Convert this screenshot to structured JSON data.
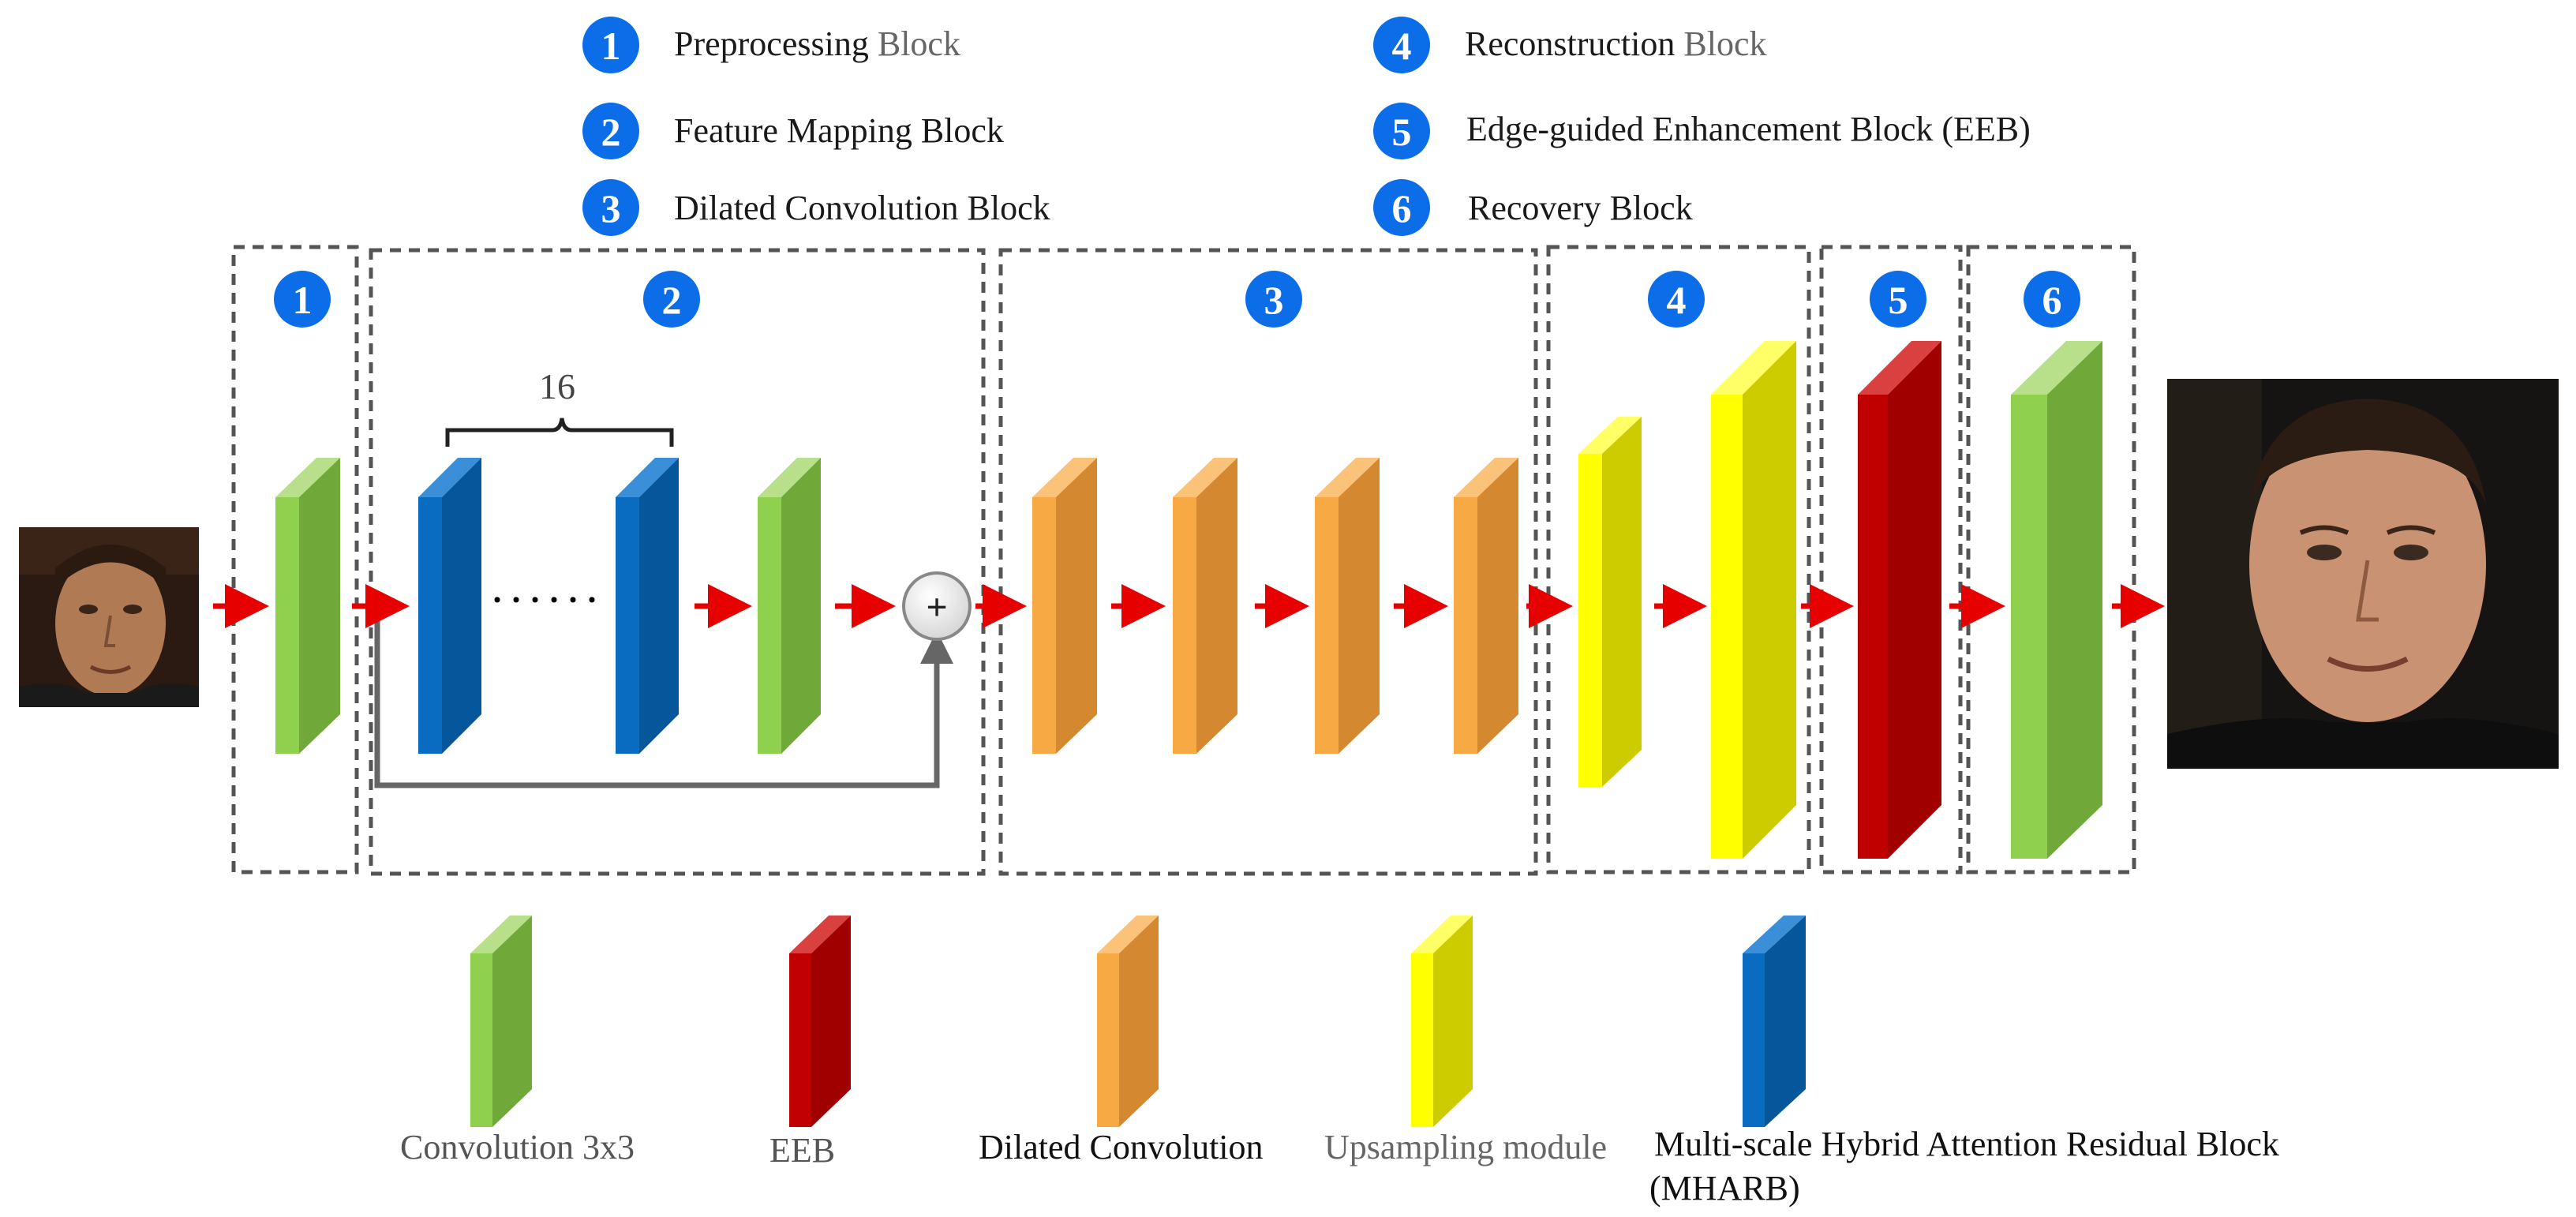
{
  "legend_top": [
    {
      "num": "1",
      "dark": "Preprocessing",
      "light": "Block"
    },
    {
      "num": "2",
      "dark": "Feature Mapping Block",
      "light": ""
    },
    {
      "num": "3",
      "dark": "Dilated Convolution Block",
      "light": ""
    },
    {
      "num": "4",
      "dark": "Reconstruction",
      "light": "Block"
    },
    {
      "num": "5",
      "dark": "Edge-guided Enhancement Block (EEB)",
      "light": ""
    },
    {
      "num": "6",
      "dark": "Recovery Block",
      "light": ""
    }
  ],
  "stages": [
    {
      "num": "1"
    },
    {
      "num": "2"
    },
    {
      "num": "3"
    },
    {
      "num": "4"
    },
    {
      "num": "5"
    },
    {
      "num": "6"
    }
  ],
  "repeat_count": "16",
  "dots": "······",
  "sum_symbol": "+",
  "legend_bottom": [
    {
      "label": "Convolution 3x3",
      "label2": "",
      "color": "gray"
    },
    {
      "label": "EEB",
      "label2": "",
      "color": "gray"
    },
    {
      "label": "Dilated Convolution",
      "label2": "",
      "color": "dark"
    },
    {
      "label": "Upsampling module",
      "label2": "",
      "color": "gray"
    },
    {
      "label": "Multi-scale Hybrid Attention Residual Block",
      "label2": "(MHARB)",
      "color": "dark"
    }
  ],
  "colors": {
    "badge": "#0b6ee8",
    "arrow": "#e60000",
    "green": "#8fd14f",
    "blue": "#0a6cc0",
    "orange": "#f7a944",
    "yellow": "#ffff00",
    "red": "#c00000",
    "dashed_border": "#555555"
  }
}
